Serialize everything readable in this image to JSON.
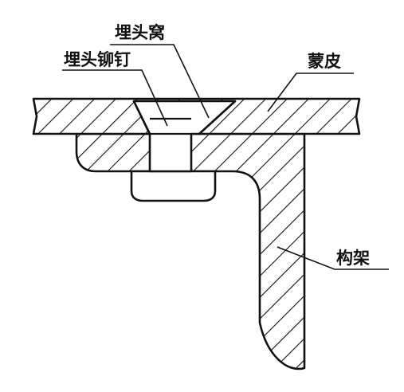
{
  "labels": {
    "countersink": "埋头窝",
    "countersunk_rivet": "埋头铆钉",
    "skin": "蒙皮",
    "frame": "构架"
  }
}
